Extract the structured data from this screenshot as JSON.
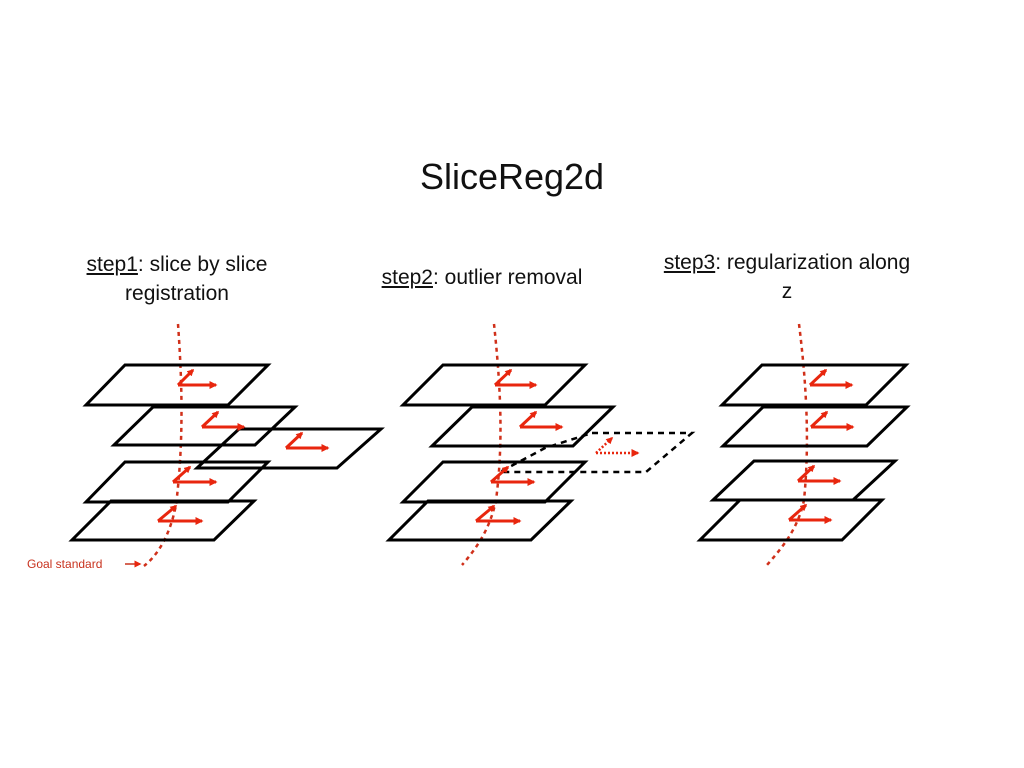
{
  "title": "SliceReg2d",
  "steps": [
    {
      "key": "step1",
      "text": ": slice by slice registration"
    },
    {
      "key": "step2",
      "text": ": outlier removal"
    },
    {
      "key": "step3",
      "text": ": regularization along z"
    }
  ],
  "goal_label": "Goal standard",
  "colors": {
    "accent": "#e8260e",
    "outline": "#000000",
    "goal_text": "#c8321e"
  }
}
